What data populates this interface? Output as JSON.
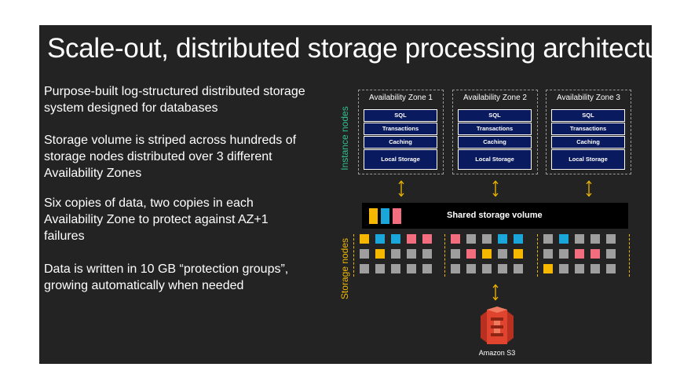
{
  "title": "Scale-out, distributed storage processing architecture",
  "bullets": [
    "Purpose-built log-structured distributed storage system designed for databases",
    "Storage volume is striped across hundreds of storage nodes distributed over 3 different Availability Zones",
    "Six copies of data, two copies in each Availability Zone to protect against AZ+1 failures",
    "Data is written in 10 GB “protection groups”, growing automatically when needed"
  ],
  "diagram": {
    "instance_nodes_label": "Instance nodes",
    "storage_nodes_label": "Storage nodes",
    "zones": [
      {
        "name": "Availability Zone 1",
        "layers": [
          "SQL",
          "Transactions",
          "Caching",
          "Local Storage"
        ]
      },
      {
        "name": "Availability Zone 2",
        "layers": [
          "SQL",
          "Transactions",
          "Caching",
          "Local Storage"
        ]
      },
      {
        "name": "Availability Zone 3",
        "layers": [
          "SQL",
          "Transactions",
          "Caching",
          "Local Storage"
        ]
      }
    ],
    "shared_storage_label": "Shared storage volume",
    "shared_storage_blocks": [
      "yellow",
      "blue",
      "red"
    ],
    "s3_label": "Amazon S3",
    "colors": {
      "yellow": "#f5b700",
      "blue": "#1aa6d8",
      "red": "#f26d7d",
      "gray": "#9e9e9e",
      "instance_label": "#2fbf8f",
      "storage_label": "#f0b800",
      "layer_bg": "#0a1a5e",
      "s3": "#e0442f"
    },
    "storage_grid": [
      [
        [
          "yellow",
          "blue",
          "blue",
          "red",
          "red"
        ],
        [
          "gray",
          "yellow",
          "gray",
          "gray",
          "gray"
        ],
        [
          "gray",
          "gray",
          "gray",
          "gray",
          "gray"
        ]
      ],
      [
        [
          "red",
          "gray",
          "gray",
          "blue",
          "blue"
        ],
        [
          "gray",
          "red",
          "yellow",
          "gray",
          "yellow"
        ],
        [
          "gray",
          "gray",
          "gray",
          "gray",
          "gray"
        ]
      ],
      [
        [
          "gray",
          "blue",
          "gray",
          "gray",
          "gray"
        ],
        [
          "gray",
          "gray",
          "red",
          "red",
          "gray"
        ],
        [
          "yellow",
          "gray",
          "gray",
          "gray",
          "gray"
        ]
      ]
    ]
  }
}
